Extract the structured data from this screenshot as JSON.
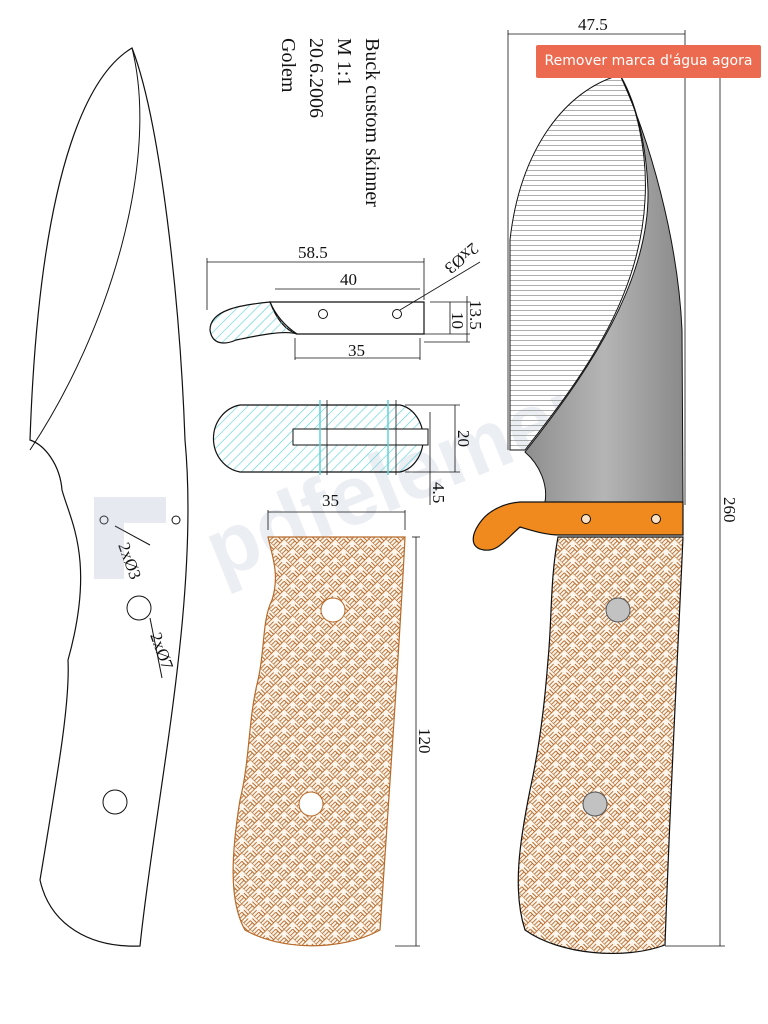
{
  "title_block": {
    "name": "Buck custom skinner",
    "scale": "M 1:1",
    "date": "20.6.2006",
    "author": "Golem"
  },
  "dimensions": {
    "guard_overall": "58.5",
    "guard_hole_span": "40",
    "guard_holes": "2xØ3",
    "guard_height_10": "10",
    "guard_height_13_5": "13.5",
    "guard_bottom": "35",
    "spacer_height": "20",
    "spacer_offset": "4.5",
    "scale_width": "35",
    "scale_length": "120",
    "blade_holes_small": "2xØ3",
    "blade_holes_large": "2xØ7",
    "assembly_width": "47.5",
    "assembly_length": "260"
  },
  "watermark": {
    "text": "pdfelement",
    "button_label": "Remover marca d'água agora"
  },
  "colors": {
    "guard_orange": "#f08a1e",
    "wood_brown": "#b76a2a",
    "hatch_cyan": "#5fd3d8",
    "steel_grey": "#9a9a9a",
    "watermark_button": "#ec6a4f"
  }
}
